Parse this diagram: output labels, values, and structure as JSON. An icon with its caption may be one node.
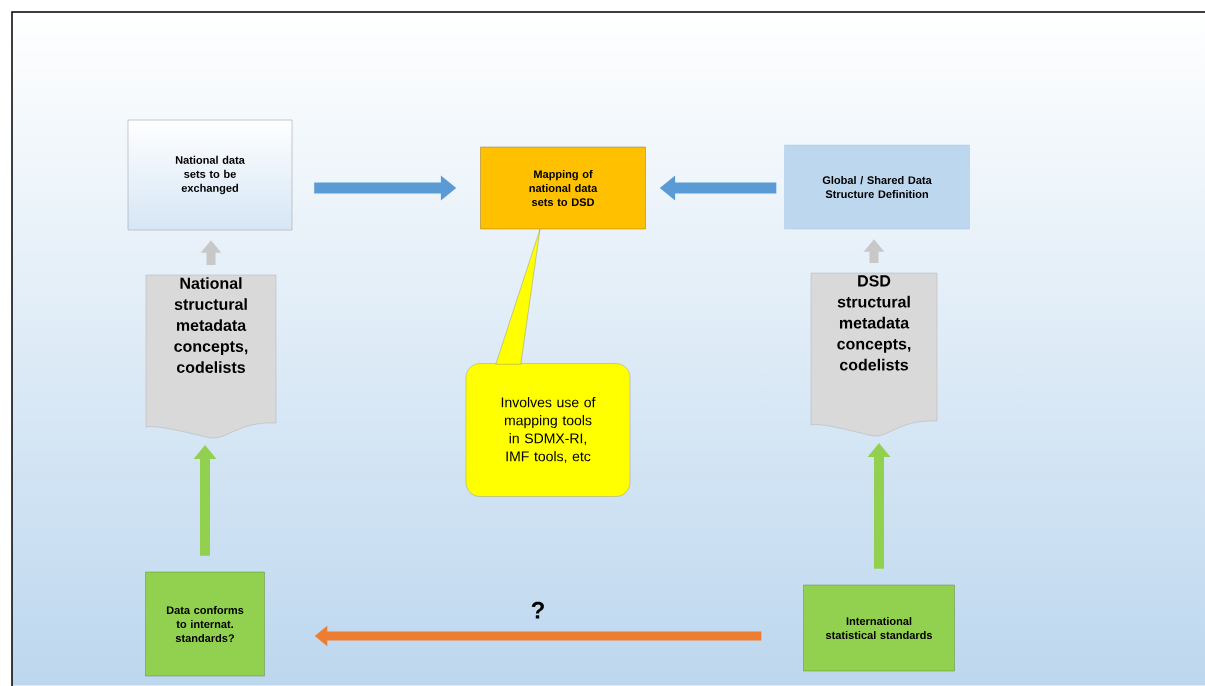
{
  "diagram": {
    "nodes": [
      {
        "text": [
          "National data sets to be exchanged"
        ]
      },
      {
        "text": [
          "Mapping of national data sets to DSD"
        ]
      },
      {
        "text": [
          "Global / Shared Data Structure Definition"
        ]
      },
      {
        "text": [
          "National structural metadata concepts, codelists"
        ]
      },
      {
        "text": [
          "Involves use of mapping tools in SDMX-RI, IMF tools, etc"
        ]
      },
      {
        "text": [
          "DSD structural metadata concepts, codelists"
        ]
      },
      {
        "text": [
          "Data conforms to internat. standards?"
        ]
      },
      {
        "text": [
          "International statistical standards"
        ]
      }
    ],
    "edges": [
      {
        "from": 0,
        "to": 1,
        "arrow": "to",
        "color": "#5b9bd5"
      },
      {
        "from": 2,
        "to": 1,
        "arrow": "to",
        "color": "#5b9bd5"
      },
      {
        "from": 3,
        "to": 0,
        "arrow": "to",
        "color": "#c8c8c8"
      },
      {
        "from": 5,
        "to": 2,
        "arrow": "to",
        "color": "#c8c8c8"
      },
      {
        "from": 6,
        "to": 3,
        "arrow": "to",
        "color": "#92d050"
      },
      {
        "from": 7,
        "to": 5,
        "arrow": "to",
        "color": "#92d050"
      },
      {
        "from": 7,
        "to": 6,
        "arrow": "to",
        "color": "#ed7d31",
        "label": "?"
      },
      {
        "from": 4,
        "to": 1,
        "arrow": "none",
        "color": "#ffff00"
      }
    ]
  }
}
